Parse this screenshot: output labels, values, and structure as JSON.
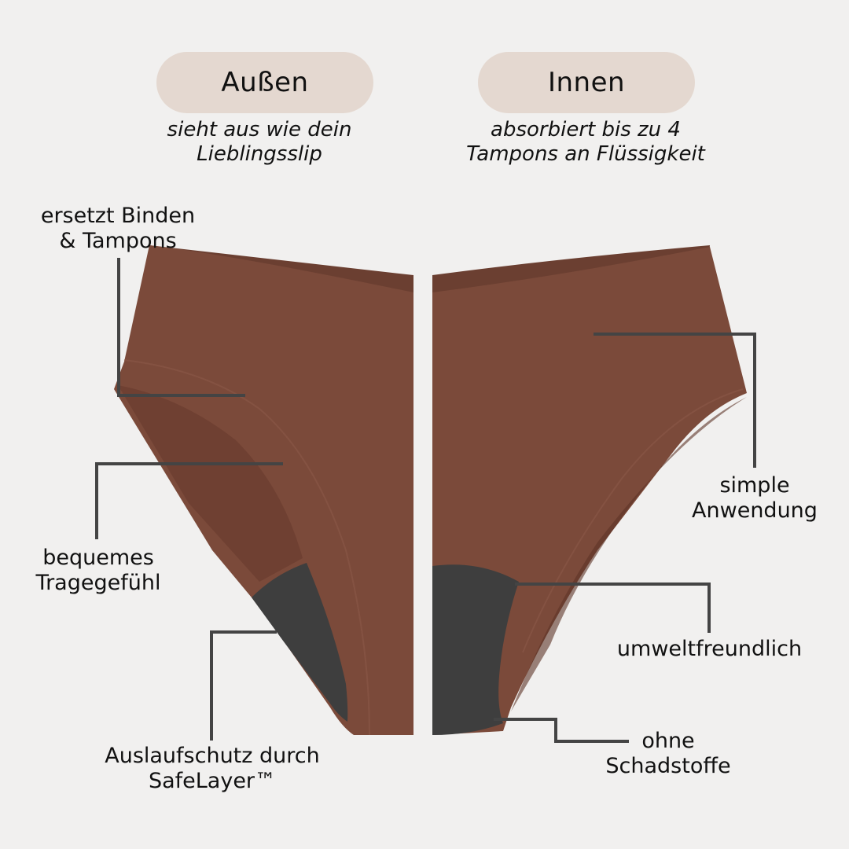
{
  "colors": {
    "background": "#f1f0ef",
    "pill": "#e4d8d0",
    "fabric": "#7b4a3a",
    "fabric_shadow": "#5e3427",
    "fabric_waistband": "#6b3f31",
    "gusset": "#3e3e3e",
    "leader_line": "#444444",
    "text": "#111111"
  },
  "headers": [
    {
      "title": "Außen",
      "subtitle_lines": [
        "sieht aus wie dein",
        "Lieblingsslip"
      ]
    },
    {
      "title": "Innen",
      "subtitle_lines": [
        "absorbiert bis zu 4",
        "Tampons an Flüssigkeit"
      ]
    }
  ],
  "left_labels": [
    {
      "lines": [
        "ersetzt Binden",
        "& Tampons"
      ]
    },
    {
      "lines": [
        "bequemes",
        "Tragegefühl"
      ]
    },
    {
      "lines": [
        "Auslaufschutz durch",
        "SafeLayer™"
      ]
    }
  ],
  "right_labels": [
    {
      "lines": [
        "simple",
        "Anwendung"
      ]
    },
    {
      "lines": [
        "umweltfreundlich"
      ]
    },
    {
      "lines": [
        "ohne",
        "Schadstoffe"
      ]
    }
  ],
  "images": {
    "left": "period-underwear-outside-view",
    "right": "period-underwear-inside-view"
  }
}
